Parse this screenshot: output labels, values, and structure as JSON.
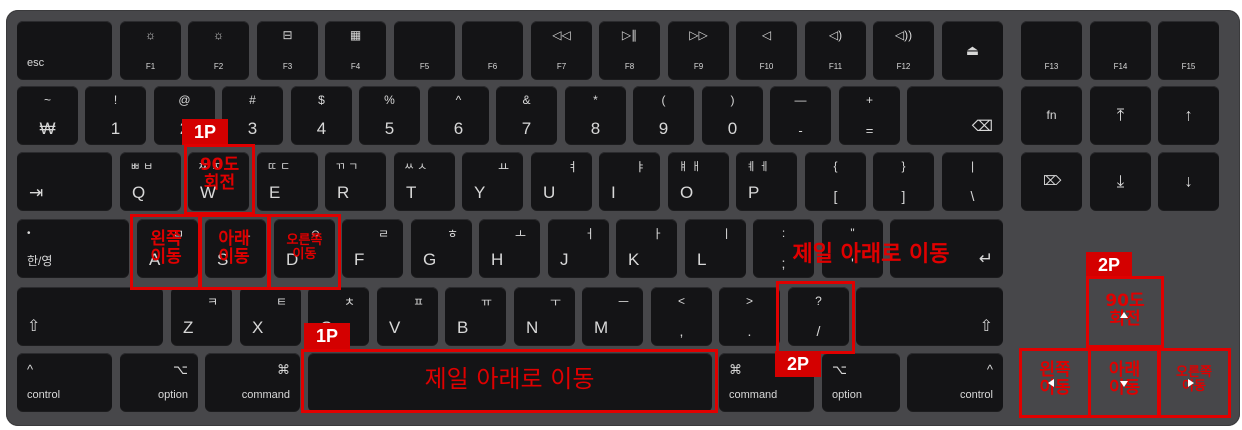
{
  "keys": {
    "esc": "esc",
    "f1": {
      "icon": "☼",
      "label": "F1"
    },
    "f2": {
      "icon": "☼",
      "label": "F2"
    },
    "f3": {
      "icon": "⊟",
      "label": "F3"
    },
    "f4": {
      "icon": "▦",
      "label": "F4"
    },
    "f5": "F5",
    "f6": "F6",
    "f7": {
      "icon": "◁◁",
      "label": "F7"
    },
    "f8": {
      "icon": "▷∥",
      "label": "F8"
    },
    "f9": {
      "icon": "▷▷",
      "label": "F9"
    },
    "f10": {
      "icon": "◁",
      "label": "F10"
    },
    "f11": {
      "icon": "◁)",
      "label": "F11"
    },
    "f12": {
      "icon": "◁))",
      "label": "F12"
    },
    "eject": "⏏",
    "f13": "F13",
    "f14": "F14",
    "f15": "F15",
    "backtick": {
      "top": "~",
      "bottom": "₩"
    },
    "d1": {
      "top": "!",
      "bottom": "1"
    },
    "d2": {
      "top": "@",
      "bottom": "2"
    },
    "d3": {
      "top": "#",
      "bottom": "3"
    },
    "d4": {
      "top": "$",
      "bottom": "4"
    },
    "d5": {
      "top": "%",
      "bottom": "5"
    },
    "d6": {
      "top": "^",
      "bottom": "6"
    },
    "d7": {
      "top": "&",
      "bottom": "7"
    },
    "d8": {
      "top": "*",
      "bottom": "8"
    },
    "d9": {
      "top": "(",
      "bottom": "9"
    },
    "d0": {
      "top": ")",
      "bottom": "0"
    },
    "minus": {
      "top": "—",
      "bottom": "-"
    },
    "equal": {
      "top": "+",
      "bottom": "="
    },
    "delete": "⌫",
    "fn": "fn",
    "home": "⤒",
    "up": "↑",
    "tab": "⇥",
    "q": {
      "han": "ㅃ ㅂ",
      "latin": "Q"
    },
    "w": {
      "han": "ㅉ ㅈ",
      "latin": "W"
    },
    "e": {
      "han": "ㄸ ㄷ",
      "latin": "E"
    },
    "r": {
      "han": "ㄲ ㄱ",
      "latin": "R"
    },
    "t": {
      "han": "ㅆ ㅅ",
      "latin": "T"
    },
    "y": {
      "han": "ㅛ",
      "latin": "Y"
    },
    "u": {
      "han": "ㅕ",
      "latin": "U"
    },
    "i": {
      "han": "ㅑ",
      "latin": "I"
    },
    "o": {
      "han": "ㅒ ㅐ",
      "latin": "O"
    },
    "p": {
      "han": "ㅖ ㅔ",
      "latin": "P"
    },
    "lbracket": {
      "top": "{",
      "bottom": "["
    },
    "rbracket": {
      "top": "}",
      "bottom": "]"
    },
    "backslash": {
      "top": "|",
      "bottom": "\\"
    },
    "fwd_delete": "⌦",
    "end": "⤓",
    "down": "↓",
    "caps": {
      "dot": "•",
      "label": "한/영"
    },
    "a": {
      "han": "ㅁ",
      "latin": "A"
    },
    "s": {
      "han": "ㄴ",
      "latin": "S"
    },
    "d": {
      "han": "ㅇ",
      "latin": "D"
    },
    "f": {
      "han": "ㄹ",
      "latin": "F"
    },
    "g": {
      "han": "ㅎ",
      "latin": "G"
    },
    "h": {
      "han": "ㅗ",
      "latin": "H"
    },
    "j": {
      "han": "ㅓ",
      "latin": "J"
    },
    "k": {
      "han": "ㅏ",
      "latin": "K"
    },
    "l": {
      "han": "ㅣ",
      "latin": "L"
    },
    "semicolon": {
      "top": ":",
      "bottom": ";"
    },
    "quote": {
      "top": "\"",
      "bottom": "'"
    },
    "return": "↵",
    "lshift": "⇧",
    "z": {
      "han": "ㅋ",
      "latin": "Z"
    },
    "x": {
      "han": "ㅌ",
      "latin": "X"
    },
    "c": {
      "han": "ㅊ",
      "latin": "C"
    },
    "v": {
      "han": "ㅍ",
      "latin": "V"
    },
    "b": {
      "han": "ㅠ",
      "latin": "B"
    },
    "n": {
      "han": "ㅜ",
      "latin": "N"
    },
    "m": {
      "han": "ㅡ",
      "latin": "M"
    },
    "comma": {
      "top": "<",
      "bottom": ","
    },
    "period": {
      "top": ">",
      "bottom": "."
    },
    "slash": {
      "top": "?",
      "bottom": "/"
    },
    "rshift": "⇧",
    "lcontrol": {
      "icon": "^",
      "label": "control"
    },
    "loption": {
      "icon": "⌥",
      "label": "option"
    },
    "lcommand": {
      "icon": "⌘",
      "label": "command"
    },
    "rcommand": {
      "icon": "⌘",
      "label": "command"
    },
    "roption": {
      "icon": "⌥",
      "label": "option"
    },
    "rcontrol": {
      "icon": "^",
      "label": "control"
    }
  },
  "overlays": {
    "p1_tag": "1P",
    "p1_rotate": "90도\n회전",
    "p1_left": "왼쪽\n이동",
    "p1_down": "아래\n이동",
    "p1_right": "오른쪽\n이동",
    "p1_drop_tag": "1P",
    "p1_drop": "제일 아래로 이동",
    "p2_drop": "제일 아래로 이동",
    "p2_drop_tag": "2P",
    "p2_tag": "2P",
    "p2_rotate": "90도\n회전",
    "p2_left": "왼쪽\n이동",
    "p2_down": "아래\n이동",
    "p2_right": "오른쪽\n이동"
  },
  "colors": {
    "keyboard": "#47474a",
    "key": "#141416",
    "legend": "#d8d8d8",
    "highlight": "#e00000"
  }
}
